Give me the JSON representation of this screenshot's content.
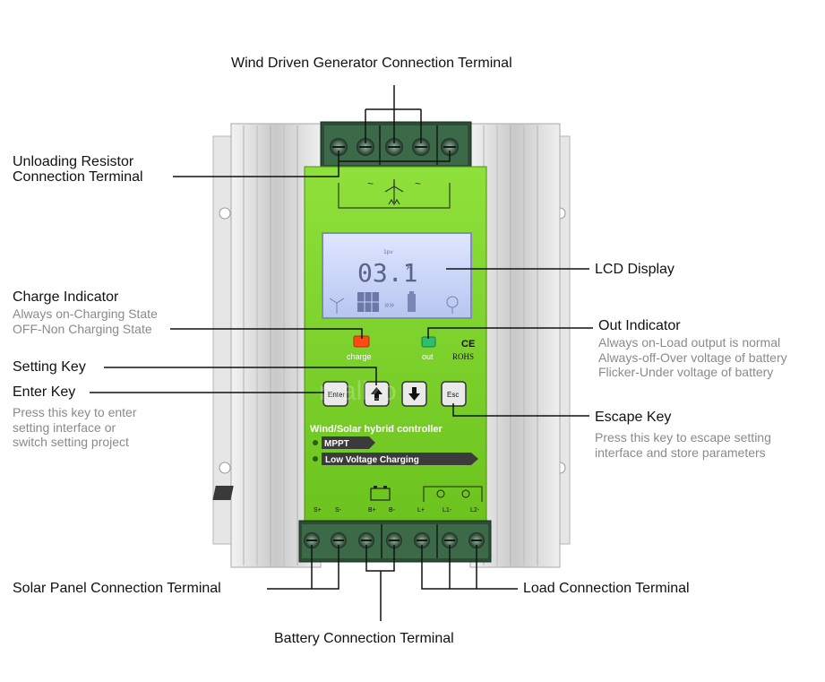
{
  "labels": {
    "wind_terminal": "Wind Driven Generator Connection Terminal",
    "unloading_line1": "Unloading Resistor",
    "unloading_line2": "Connection Terminal",
    "lcd_display": "LCD Display",
    "charge_indicator": "Charge Indicator",
    "charge_sub": [
      "Always on-Charging State",
      "OFF-Non Charging State"
    ],
    "out_indicator": "Out Indicator",
    "out_sub": [
      "Always on-Load output is normal",
      "Always-off-Over voltage of battery",
      "Flicker-Under voltage of battery"
    ],
    "setting_key": "Setting Key",
    "enter_key": "Enter Key",
    "enter_sub": [
      "Press this key to enter",
      "setting interface or",
      "switch setting project"
    ],
    "escape_key": "Escape Key",
    "escape_sub": [
      "Press this key to escape setting",
      "interface and store parameters"
    ],
    "solar_terminal": "Solar Panel Connection Terminal",
    "load_terminal": "Load Connection Terminal",
    "battery_terminal": "Battery Connection Terminal"
  },
  "device": {
    "lcd_reading": "03.1",
    "lcd_unit": "A",
    "lcd_small": "1pv",
    "led_charge_label": "charge",
    "led_out_label": "out",
    "ce_mark": "CE",
    "rohs_mark": "ROHS",
    "key_enter": "Enter",
    "key_esc": "Esc",
    "title": "Wind/Solar hybrid controller",
    "badge_mppt": "MPPT",
    "badge_lvc": "Low Voltage Charging",
    "terminal_labels": {
      "s_plus": "S+",
      "s_minus": "S-",
      "b_plus": "B+",
      "b_minus": "B-",
      "l_plus": "L+",
      "l1_minus": "L1-",
      "l2_minus": "L2-"
    },
    "watermark": "mallzo"
  },
  "colors": {
    "panel_green": "#7ed12a",
    "led_red": "#ff4a14",
    "led_green": "#2fbf6c",
    "lcd_blue": "#c9d4f5",
    "heatsink": "#dadada"
  }
}
